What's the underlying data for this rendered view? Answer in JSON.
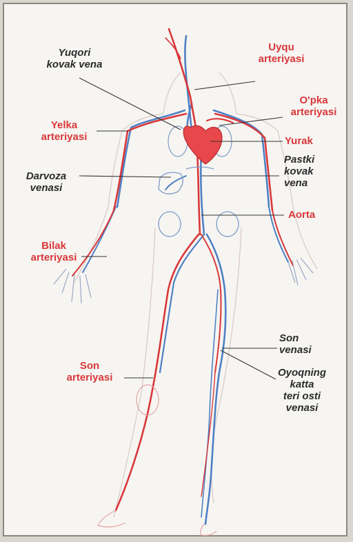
{
  "colors": {
    "artery": "#d9373a",
    "vein": "#4f80c4",
    "heart": "#e8484b",
    "label_red": "#d9373a",
    "label_dark": "#2b2b2e",
    "background": "#f6f5f1"
  },
  "labels": {
    "yuqori_kovak_vena": "Yuqori\nkovak vena",
    "uyqu_arteriyasi": "Uyqu\narteriyasi",
    "opka_arteriyasi": "O'pka\narteriyasi",
    "yelka_arteriyasi": "Yelka\narteriyasi",
    "yurak": "Yurak",
    "pastki_kovak_vena": "Pastki\nkovak\nvena",
    "darvoza_venasi": "Darvoza\nvenasi",
    "aorta": "Aorta",
    "bilak_arteriyasi": "Bilak\narteriyasi",
    "son_venasi": "Son\nvenasi",
    "oyoqning_katta_teri_osti_venasi": "Oyoqning\nkatta\nteri osti\nvenasi",
    "son_arteriyasi": "Son\narteriyasi"
  }
}
